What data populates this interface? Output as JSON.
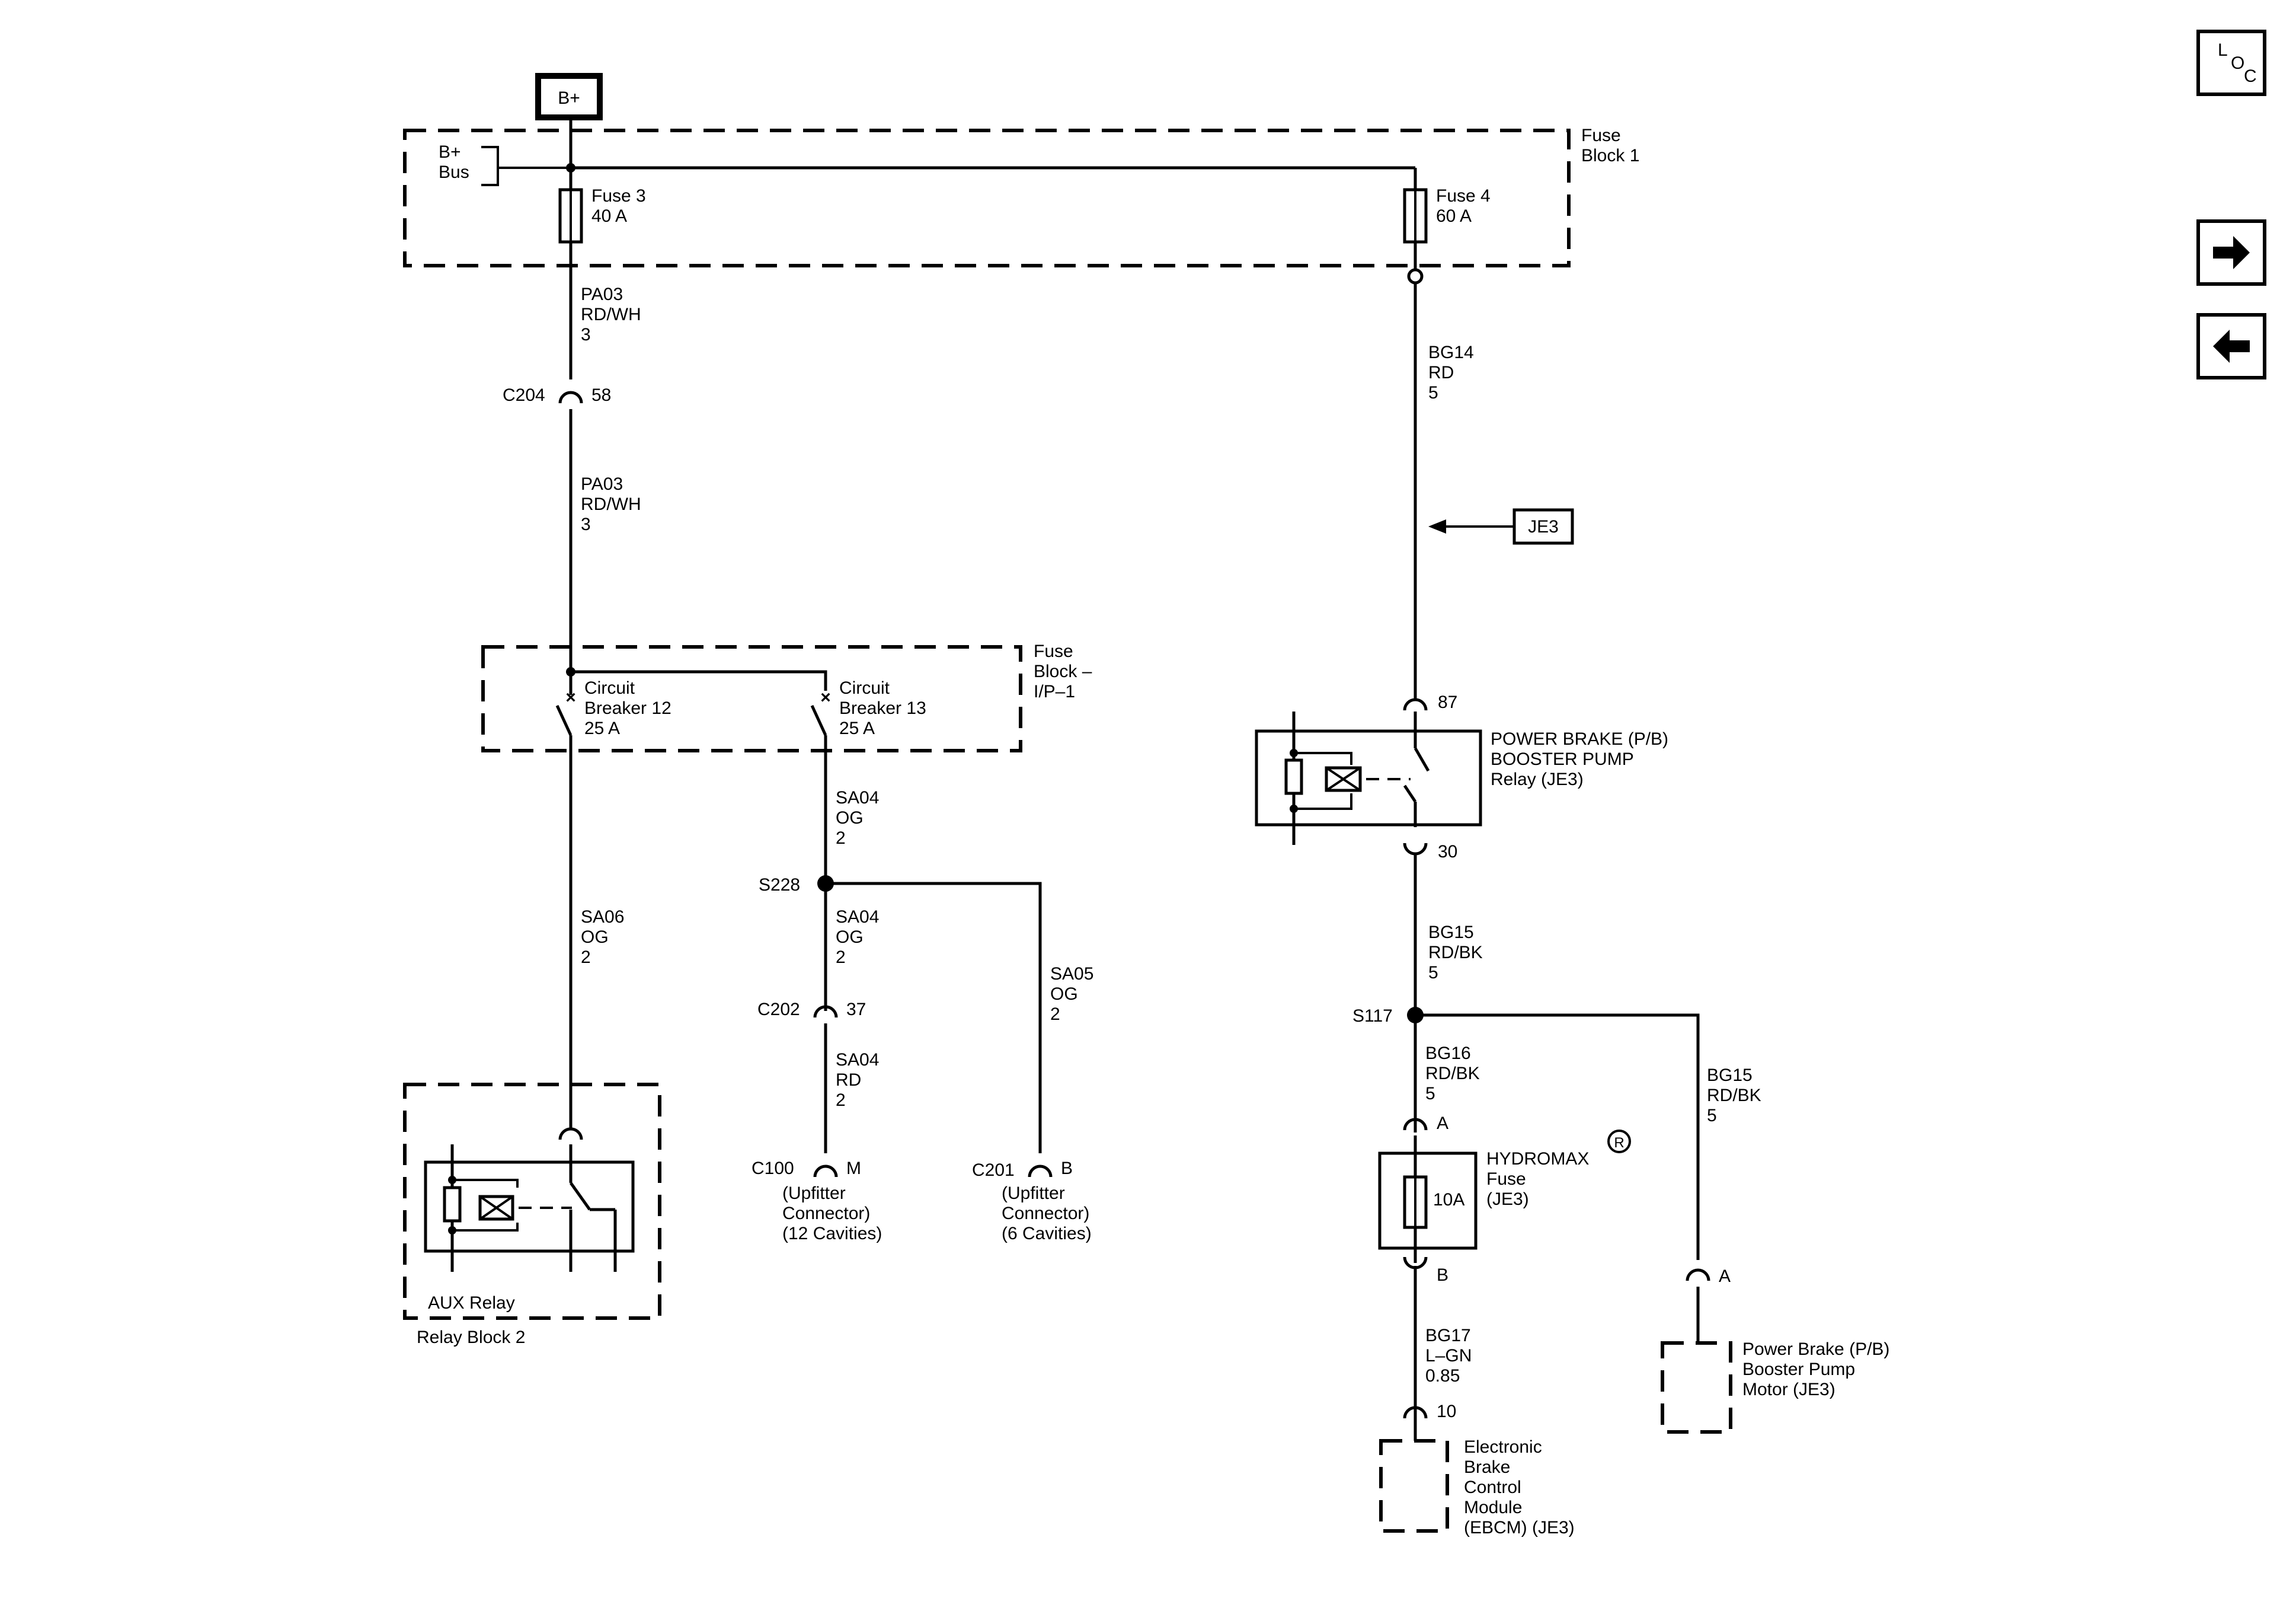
{
  "nav": {
    "loc": [
      "L",
      "O",
      "C"
    ],
    "forward_icon": "arrow-right-icon",
    "back_icon": "arrow-left-icon"
  },
  "power": {
    "bplus": "B+",
    "bus": [
      "B+",
      "Bus"
    ]
  },
  "fuse_block_1": {
    "label": [
      "Fuse",
      "Block 1"
    ],
    "fuse3": [
      "Fuse 3",
      "40 A"
    ],
    "fuse4": [
      "Fuse 4",
      "60 A"
    ]
  },
  "left": {
    "pa03_top": [
      "PA03",
      "RD/WH",
      "3"
    ],
    "c204": "C204",
    "c204_pin": "58",
    "pa03_bot": [
      "PA03",
      "RD/WH",
      "3"
    ],
    "fuse_block_ip": [
      "Fuse",
      "Block –",
      "I/P–1"
    ],
    "cb12": [
      "Circuit",
      "Breaker 12",
      "25 A"
    ],
    "cb13": [
      "Circuit",
      "Breaker 13",
      "25 A"
    ],
    "sa06": [
      "SA06",
      "OG",
      "2"
    ],
    "aux_relay": "AUX Relay",
    "relay_block_2": "Relay Block 2",
    "sa04_a": [
      "SA04",
      "OG",
      "2"
    ],
    "s228": "S228",
    "sa04_b": [
      "SA04",
      "OG",
      "2"
    ],
    "sa05": [
      "SA05",
      "OG",
      "2"
    ],
    "c202": "C202",
    "c202_pin": "37",
    "sa04_c": [
      "SA04",
      "RD",
      "2"
    ],
    "c100": "C100",
    "c100_pin": "M",
    "c100_desc": [
      "(Upfitter",
      "Connector)",
      "(12 Cavities)"
    ],
    "c201": "C201",
    "c201_pin": "B",
    "c201_desc": [
      "(Upfitter",
      "Connector)",
      "(6 Cavities)"
    ]
  },
  "right": {
    "bg14": [
      "BG14",
      "RD",
      "5"
    ],
    "je3_ref": "JE3",
    "pin87": "87",
    "pb_relay": [
      "POWER BRAKE (P/B)",
      "BOOSTER PUMP",
      "Relay (JE3)"
    ],
    "pin30": "30",
    "bg15_a": [
      "BG15",
      "RD/BK",
      "5"
    ],
    "s117": "S117",
    "bg16": [
      "BG16",
      "RD/BK",
      "5"
    ],
    "pinA_fuse": "A",
    "hydromax": [
      "HYDROMAX",
      "Fuse",
      "(JE3)"
    ],
    "registered": "R",
    "fuse_10a": "10A",
    "pinB_fuse": "B",
    "bg17": [
      "BG17",
      "L–GN",
      "0.85"
    ],
    "pin10": "10",
    "ebcm": [
      "Electronic",
      "Brake",
      "Control",
      "Module",
      "(EBCM) (JE3)"
    ],
    "bg15_b": [
      "BG15",
      "RD/BK",
      "5"
    ],
    "pinA_motor": "A",
    "pb_motor": [
      "Power Brake (P/B)",
      "Booster Pump",
      "Motor (JE3)"
    ]
  }
}
